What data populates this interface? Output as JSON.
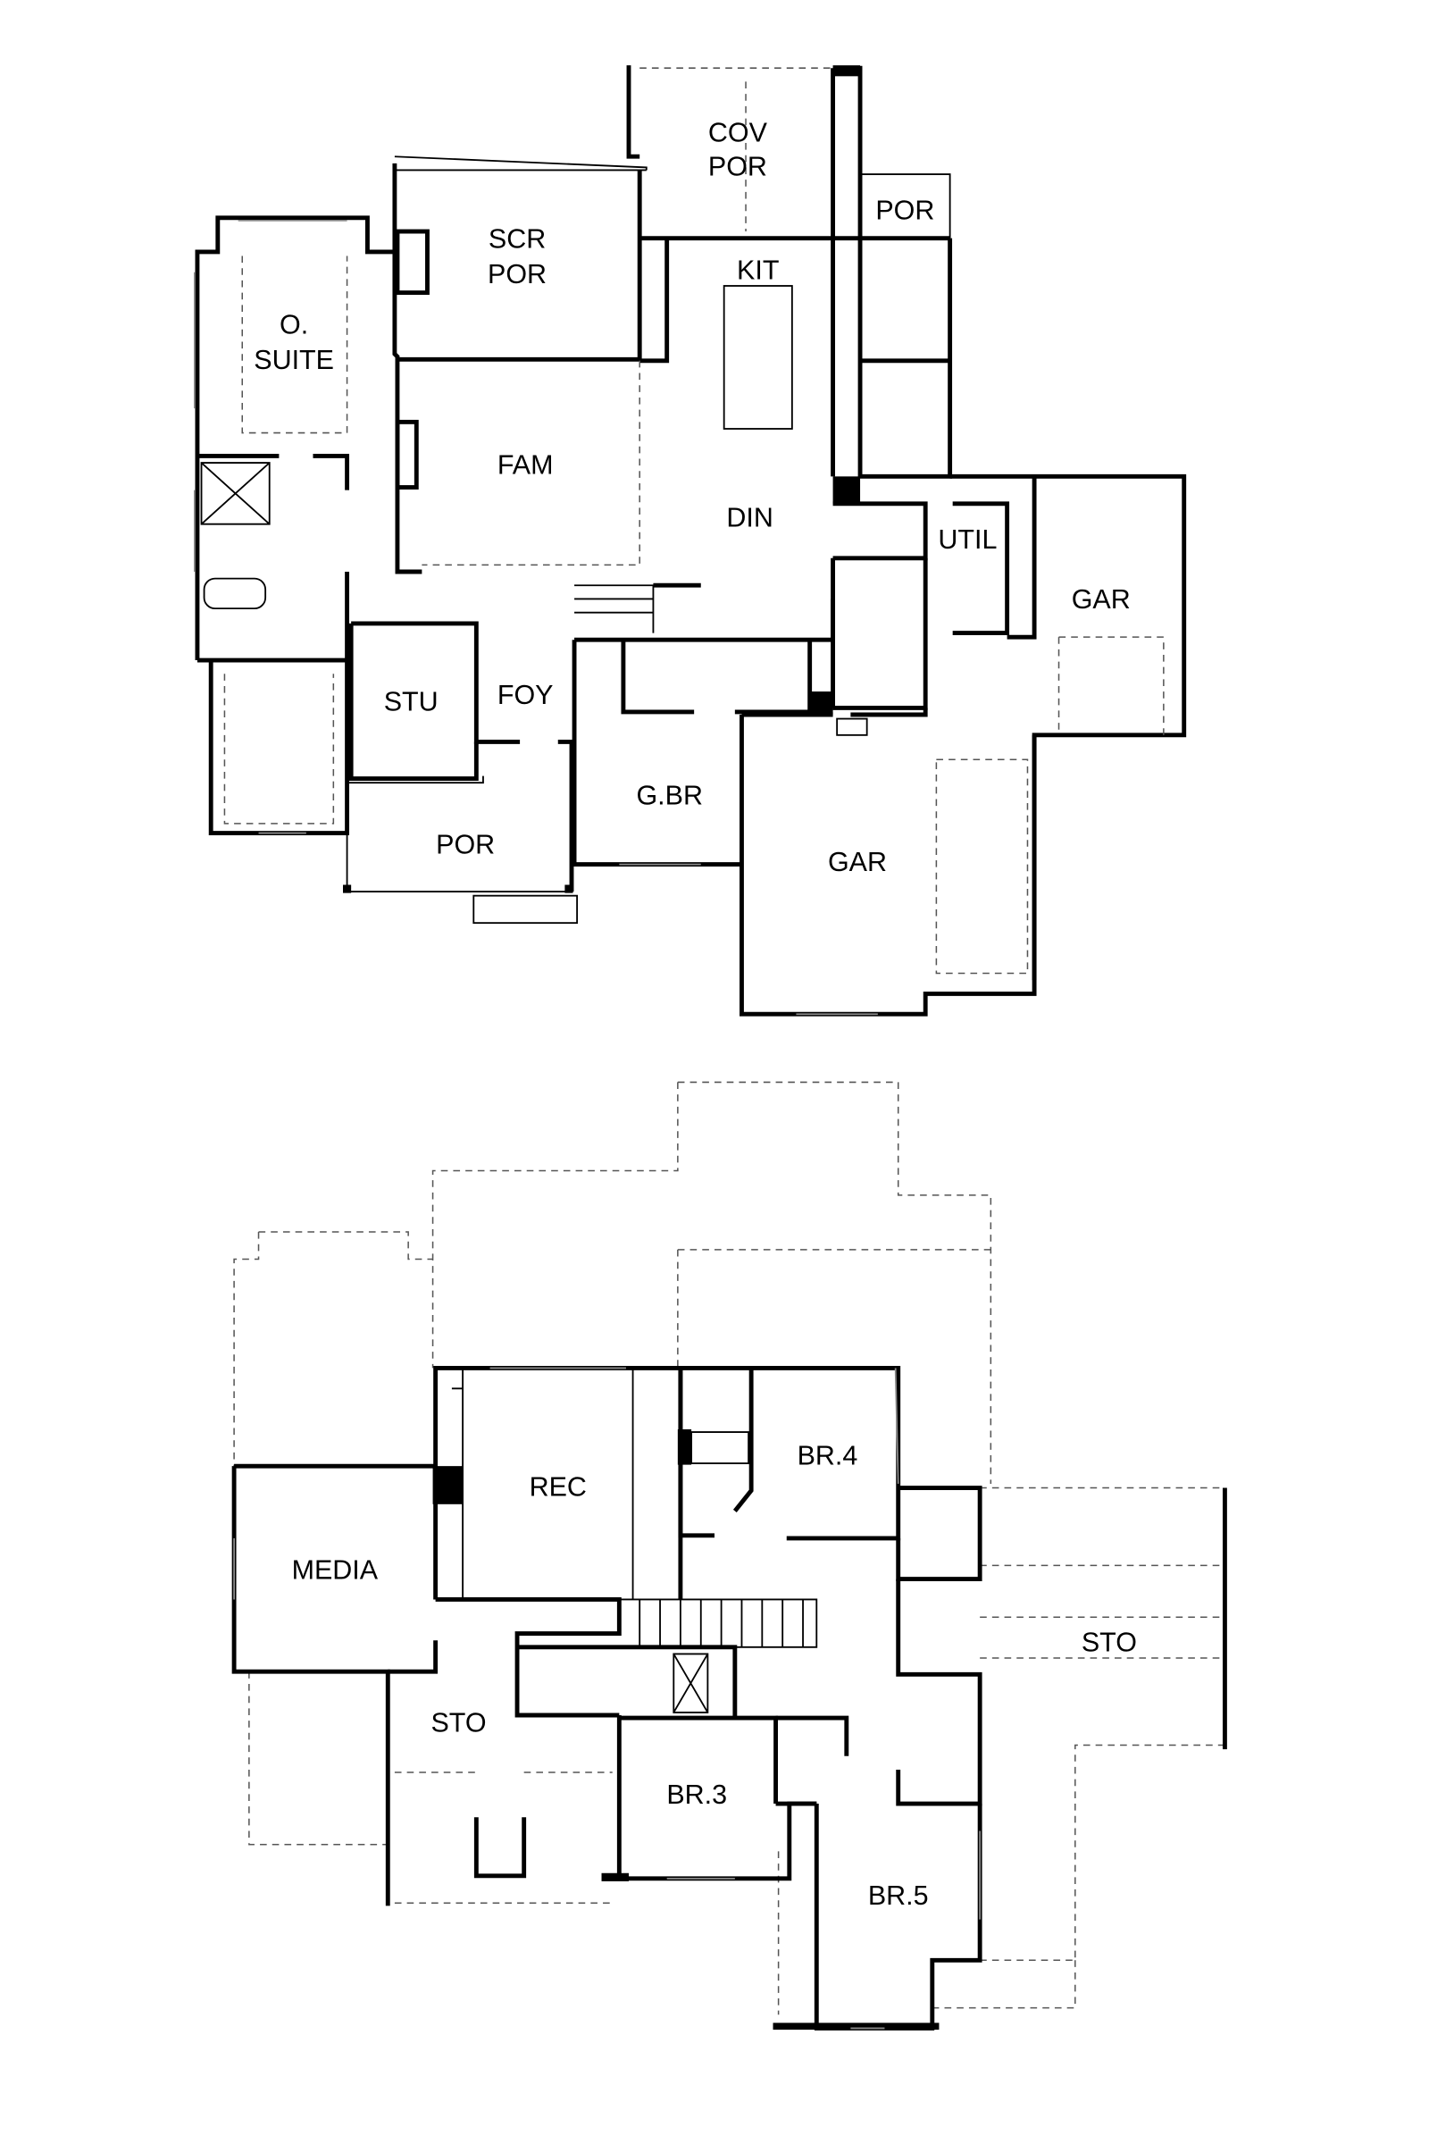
{
  "first_floor": {
    "rooms": {
      "cov_por_1": "COV",
      "cov_por_2": "POR",
      "por_rear": "POR",
      "scr_por_1": "SCR",
      "scr_por_2": "POR",
      "kit": "KIT",
      "suite_1": "O.",
      "suite_2": "SUITE",
      "fam": "FAM",
      "din": "DIN",
      "util": "UTIL",
      "gar_small": "GAR",
      "stu": "STU",
      "foy": "FOY",
      "gbr": "G.BR",
      "por_front": "POR",
      "gar_main": "GAR"
    }
  },
  "second_floor": {
    "rooms": {
      "rec": "REC",
      "br4": "BR.4",
      "media": "MEDIA",
      "sto_right": "STO",
      "sto_left": "STO",
      "br3": "BR.3",
      "br5": "BR.5"
    }
  }
}
